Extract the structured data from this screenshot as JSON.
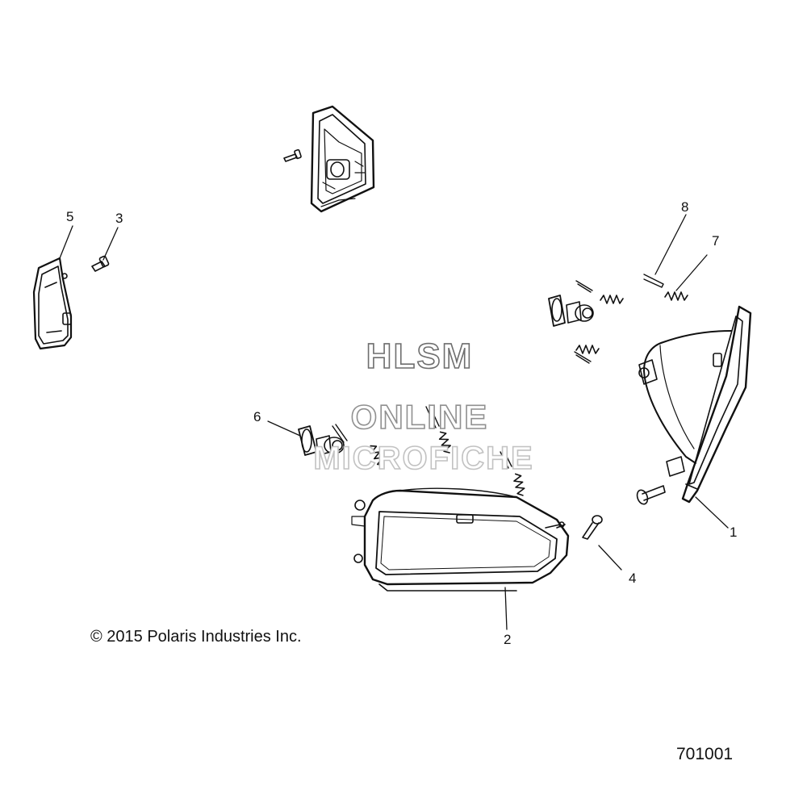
{
  "callouts": {
    "c1": "1",
    "c2": "2",
    "c3": "3",
    "c4": "4",
    "c5": "5",
    "c6": "6",
    "c7": "7",
    "c8": "8"
  },
  "watermark": {
    "line1": "HLSM",
    "line2": "ONLINE",
    "line3": "MICROFICHE"
  },
  "copyright": "© 2015 Polaris Industries Inc.",
  "diagram_id": "701001"
}
